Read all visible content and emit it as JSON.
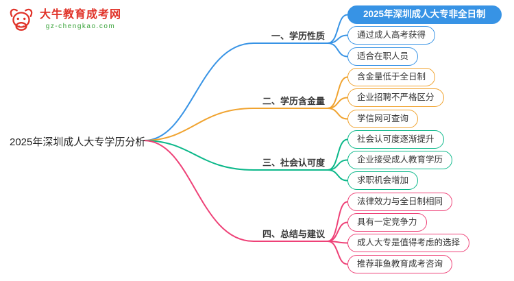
{
  "logo": {
    "title": "大牛教育成考网",
    "subtitle": "gz-chengkao.com",
    "brand_color": "#e03127",
    "subtitle_color": "#39a33a",
    "icon": "bull-icon"
  },
  "root": {
    "label": "2025年深圳成人大专学历分析"
  },
  "branches": [
    {
      "label": "一、学历性质",
      "color": "#3793e5",
      "items": [
        "2025年深圳成人大专非全日制",
        "通过成人高考获得",
        "适合在职人员"
      ]
    },
    {
      "label": "二、学历含金量",
      "color": "#f0a32f",
      "items": [
        "含金量低于全日制",
        "企业招聘不严格区分",
        "学信网可查询"
      ]
    },
    {
      "label": "三、社会认可度",
      "color": "#0cb88a",
      "items": [
        "社会认可度逐渐提升",
        "企业接受成人教育学历",
        "求职机会增加"
      ]
    },
    {
      "label": "四、总结与建议",
      "color": "#ee4177",
      "items": [
        "法律效力与全日制相同",
        "具有一定竞争力",
        "成人大专是值得考虑的选择",
        "推荐菲鱼教育成考咨询"
      ]
    }
  ]
}
